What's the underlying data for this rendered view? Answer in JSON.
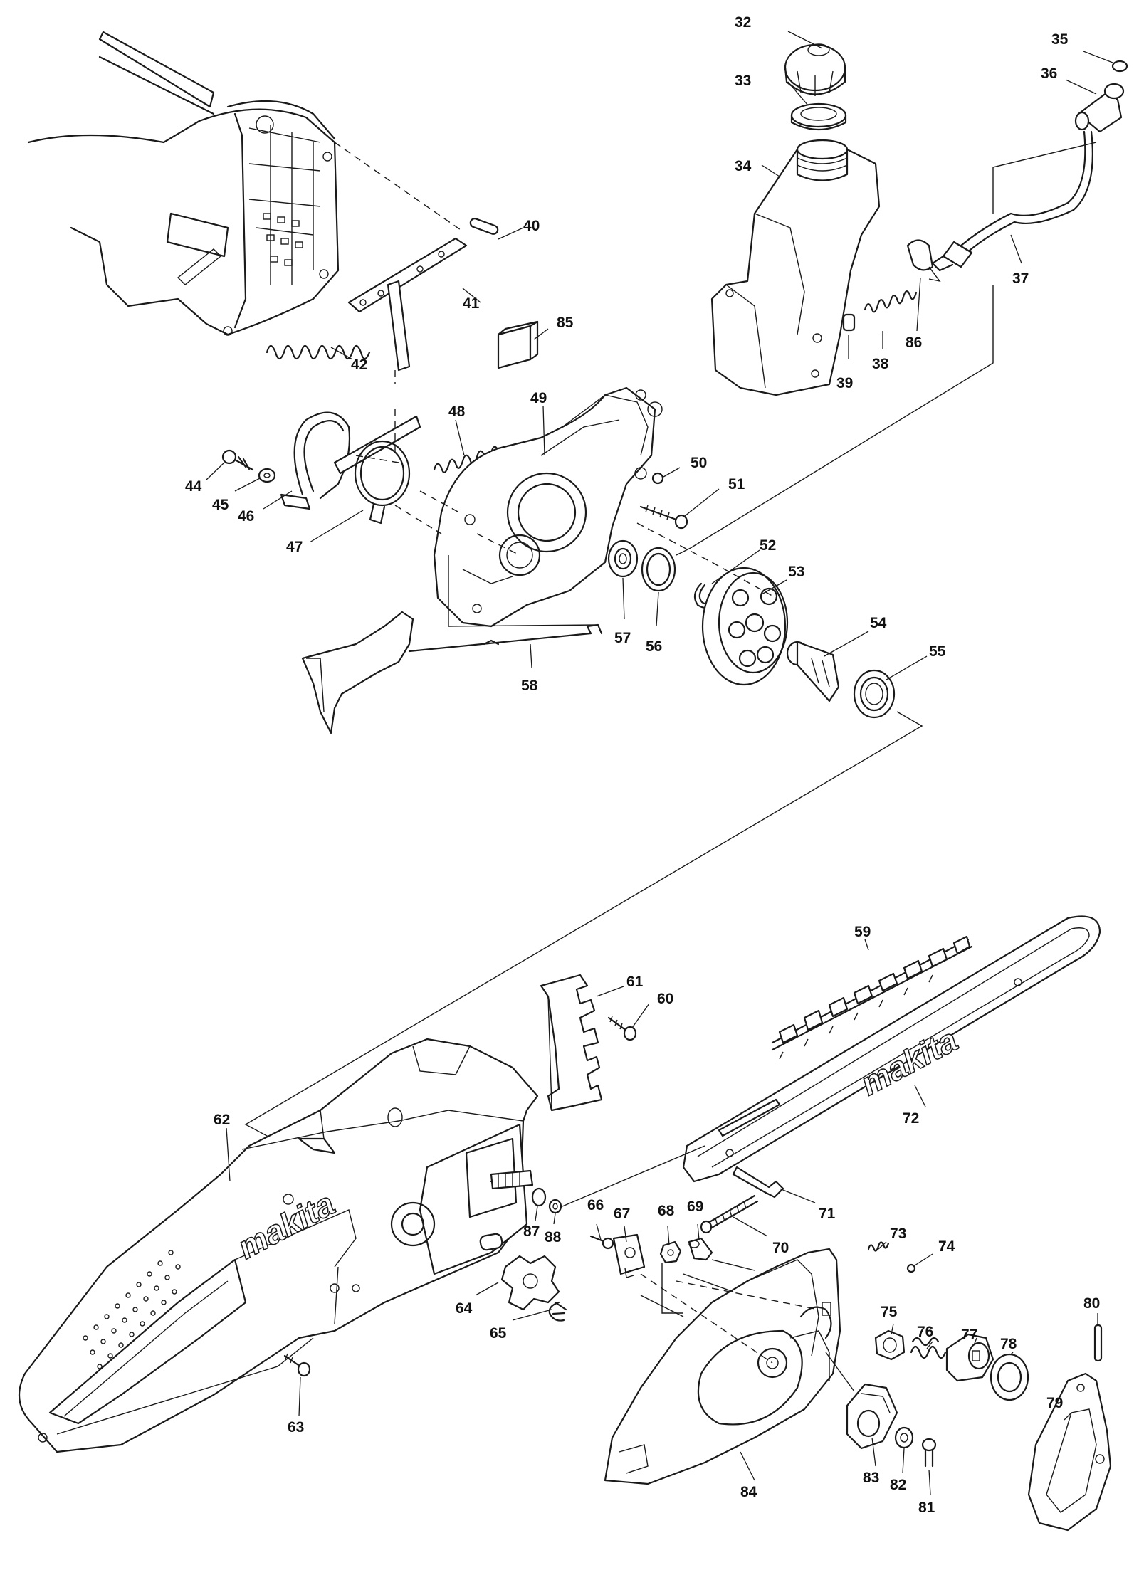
{
  "parts": [
    {
      "id": "32",
      "label": "32"
    },
    {
      "id": "33",
      "label": "33"
    },
    {
      "id": "34",
      "label": "34"
    },
    {
      "id": "35",
      "label": "35"
    },
    {
      "id": "36",
      "label": "36"
    },
    {
      "id": "37",
      "label": "37"
    },
    {
      "id": "38",
      "label": "38"
    },
    {
      "id": "39",
      "label": "39"
    },
    {
      "id": "40",
      "label": "40"
    },
    {
      "id": "41",
      "label": "41"
    },
    {
      "id": "42",
      "label": "42"
    },
    {
      "id": "44",
      "label": "44"
    },
    {
      "id": "45",
      "label": "45"
    },
    {
      "id": "46",
      "label": "46"
    },
    {
      "id": "47",
      "label": "47"
    },
    {
      "id": "48",
      "label": "48"
    },
    {
      "id": "49",
      "label": "49"
    },
    {
      "id": "50",
      "label": "50"
    },
    {
      "id": "51",
      "label": "51"
    },
    {
      "id": "52",
      "label": "52"
    },
    {
      "id": "53",
      "label": "53"
    },
    {
      "id": "54",
      "label": "54"
    },
    {
      "id": "55",
      "label": "55"
    },
    {
      "id": "56",
      "label": "56"
    },
    {
      "id": "57",
      "label": "57"
    },
    {
      "id": "58",
      "label": "58"
    },
    {
      "id": "59",
      "label": "59"
    },
    {
      "id": "60",
      "label": "60"
    },
    {
      "id": "61",
      "label": "61"
    },
    {
      "id": "62",
      "label": "62"
    },
    {
      "id": "63",
      "label": "63"
    },
    {
      "id": "64",
      "label": "64"
    },
    {
      "id": "65",
      "label": "65"
    },
    {
      "id": "66",
      "label": "66"
    },
    {
      "id": "67",
      "label": "67"
    },
    {
      "id": "68",
      "label": "68"
    },
    {
      "id": "69",
      "label": "69"
    },
    {
      "id": "70",
      "label": "70"
    },
    {
      "id": "71",
      "label": "71"
    },
    {
      "id": "72",
      "label": "72"
    },
    {
      "id": "73",
      "label": "73"
    },
    {
      "id": "74",
      "label": "74"
    },
    {
      "id": "75",
      "label": "75"
    },
    {
      "id": "76",
      "label": "76"
    },
    {
      "id": "77",
      "label": "77"
    },
    {
      "id": "78",
      "label": "78"
    },
    {
      "id": "79",
      "label": "79"
    },
    {
      "id": "80",
      "label": "80"
    },
    {
      "id": "81",
      "label": "81"
    },
    {
      "id": "82",
      "label": "82"
    },
    {
      "id": "83",
      "label": "83"
    },
    {
      "id": "84",
      "label": "84"
    },
    {
      "id": "85",
      "label": "85"
    },
    {
      "id": "86",
      "label": "86"
    },
    {
      "id": "87",
      "label": "87"
    },
    {
      "id": "88",
      "label": "88"
    }
  ],
  "brand": {
    "housing_logo": "makita",
    "bar_logo": "makita"
  },
  "colors": {
    "line": "#1a1a1a",
    "background": "#ffffff"
  }
}
